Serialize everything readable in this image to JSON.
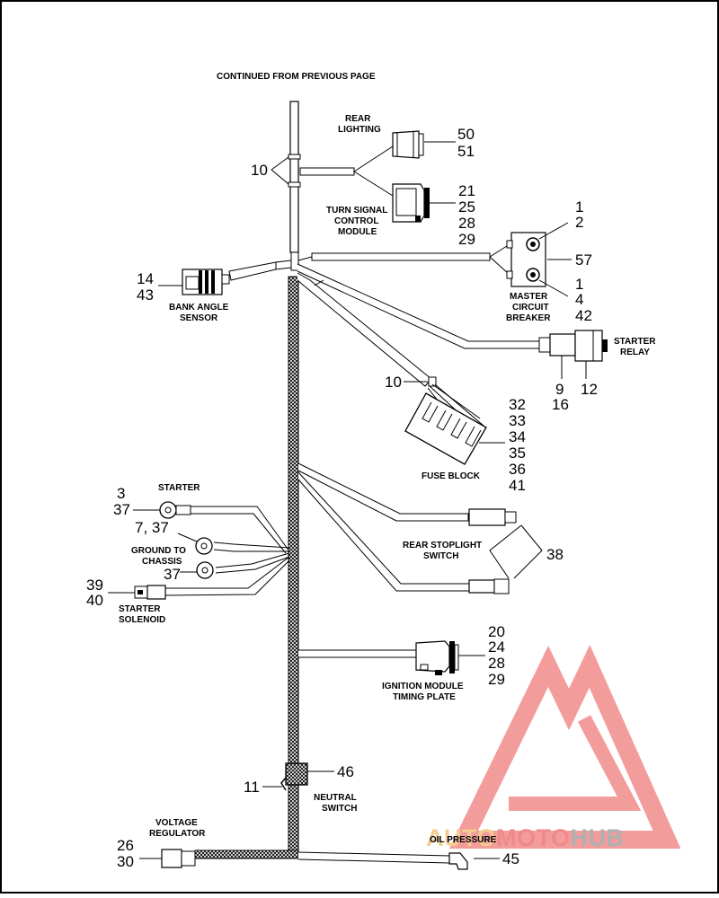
{
  "diagram": {
    "header": "CONTINUED FROM PREVIOUS PAGE",
    "components": {
      "rear_lighting": [
        "REAR",
        "LIGHTING"
      ],
      "turn_signal": [
        "TURN SIGNAL",
        "CONTROL",
        "MODULE"
      ],
      "master_breaker": [
        "MASTER",
        "CIRCUIT",
        "BREAKER"
      ],
      "bank_angle": [
        "BANK ANGLE",
        "SENSOR"
      ],
      "starter_relay": [
        "STARTER",
        "RELAY"
      ],
      "fuse_block": "FUSE BLOCK",
      "starter": "STARTER",
      "ground": [
        "GROUND TO",
        "CHASSIS"
      ],
      "starter_solenoid": [
        "STARTER",
        "SOLENOID"
      ],
      "rear_stoplight": [
        "REAR STOPLIGHT",
        "SWITCH"
      ],
      "ignition": [
        "IGNITION  MODULE",
        "TIMING PLATE"
      ],
      "neutral": [
        "NEUTRAL",
        "SWITCH"
      ],
      "voltage_regulator": [
        "VOLTAGE",
        "REGULATOR"
      ],
      "oil_pressure": "OIL PRESSURE"
    },
    "callouts": {
      "rear_lighting": [
        "50",
        "51"
      ],
      "turn_signal": [
        "21",
        "25",
        "28",
        "29"
      ],
      "breaker_top": [
        "1",
        "2"
      ],
      "breaker_side": "57",
      "breaker_bottom": [
        "1",
        "4",
        "42"
      ],
      "trunk_clip": "10",
      "bank_angle": [
        "14",
        "43"
      ],
      "relay_left": [
        "9",
        "16"
      ],
      "relay_right": "12",
      "fuse_clip": "10",
      "fuse_block": [
        "32",
        "33",
        "34",
        "35",
        "36",
        "41"
      ],
      "starter": [
        "3",
        "37"
      ],
      "ground1": "7, 37",
      "ground2": "37",
      "solenoid": [
        "39",
        "40"
      ],
      "stoplight": "38",
      "ignition": [
        "20",
        "24",
        "28",
        "29"
      ],
      "neutral_top": "46",
      "neutral_left": "11",
      "regulator": [
        "26",
        "30"
      ],
      "oil": "45"
    }
  },
  "watermark": {
    "part1": "AUTO",
    "part2": "MOTO",
    "part3": "HUB",
    "colors": {
      "auto": "#f5cd8f",
      "moto": "#f08a8a",
      "hub": "#b0b0b0",
      "logo": "#f07b7b"
    }
  }
}
